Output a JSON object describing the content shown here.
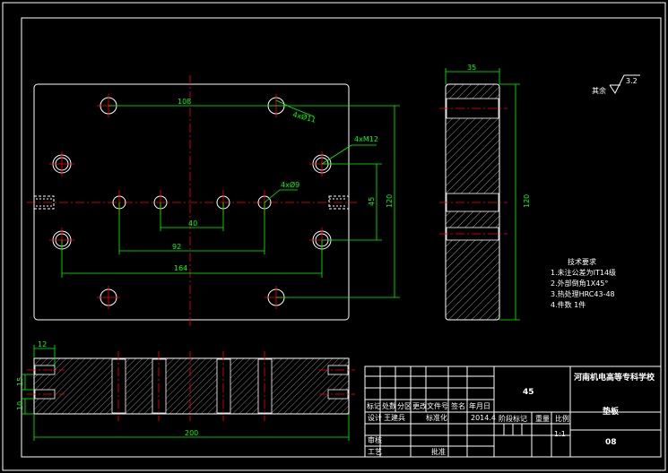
{
  "dimensions": {
    "d108": "108",
    "d40": "40",
    "d92": "92",
    "d164": "164",
    "d45": "45",
    "d120": "120",
    "d35": "35",
    "d120_side": "120",
    "d12": "12",
    "d15": "15",
    "d10": "10",
    "d200": "200"
  },
  "callouts": {
    "hole1": "4xØ11",
    "hole2": "4xM12",
    "hole3": "4xØ9"
  },
  "roughness": {
    "label": "其余",
    "value": "3.2"
  },
  "tech_requirements": {
    "title": "技术要求",
    "items": [
      "1.未注公差为IT14级",
      "2.外部倒角1X45°",
      "3.热处理HRC43-48",
      "4.件数 1件"
    ]
  },
  "title_block": {
    "school": "河南机电高等专科学校",
    "material": "45",
    "part_name": "垫板",
    "drawing_no": "08",
    "scale": "1:1",
    "headers": [
      "标记",
      "处数",
      "分区",
      "更改文件号",
      "签名",
      "年月日"
    ],
    "designer_label": "设计",
    "designer_name": "王建兵",
    "std_label": "标准化",
    "date": "2014.4",
    "stage_label": "阶段标记",
    "weight_label": "重量",
    "scale_label": "比例",
    "review_label": "审核",
    "process_label": "工艺",
    "approve_label": "批准"
  }
}
